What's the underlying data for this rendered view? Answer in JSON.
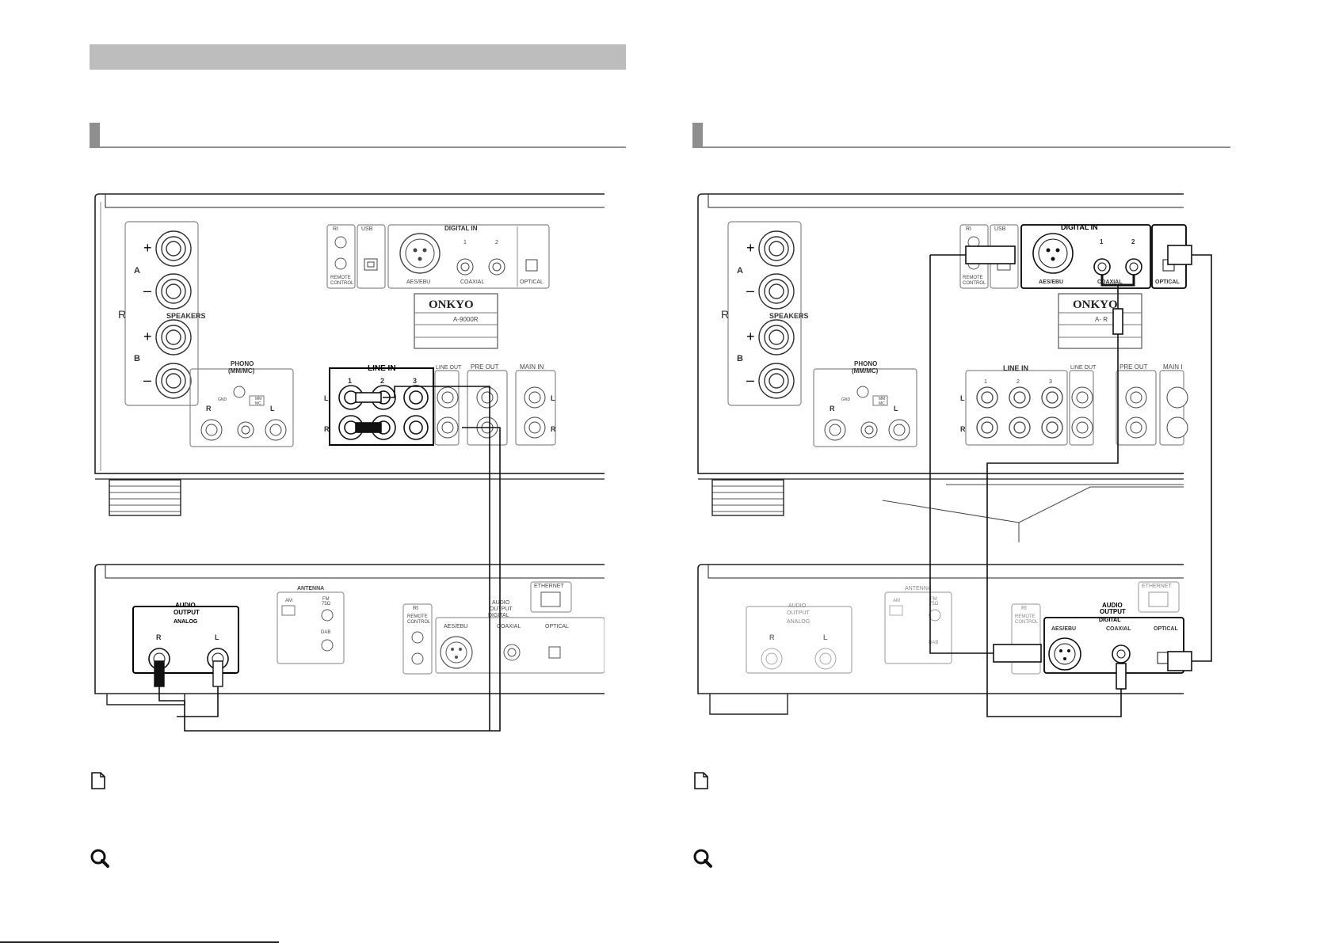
{
  "left_diagram": {
    "amp": {
      "speakers": "SPEAKERS",
      "speaker_r": "R",
      "speaker_a": "A",
      "speaker_b": "B",
      "plus": "+",
      "minus": "–",
      "ri": "RI",
      "remote_control": [
        "REMOTE",
        "CONTROL"
      ],
      "usb": "USB",
      "digital_in": "DIGITAL IN",
      "aes_ebu": "AES/EBU",
      "coaxial": "COAXIAL",
      "coax_1": "1",
      "coax_2": "2",
      "optical": "OPTICAL",
      "brand": "ONKYO",
      "model": "A-9000R",
      "phono": [
        "PHONO",
        "(MM/MC)"
      ],
      "gnd": "GND",
      "mm": "MM",
      "mc": "MC",
      "phono_r": "R",
      "phono_l": "L",
      "line_in": "LINE IN",
      "line_1": "1",
      "line_2": "2",
      "line_3": "3",
      "row_l": "L",
      "row_r": "R",
      "line_out": "LINE OUT",
      "pre_out": "PRE OUT",
      "main_in": "MAIN IN"
    },
    "source": {
      "audio_output": [
        "AUDIO",
        "OUTPUT"
      ],
      "analog": "ANALOG",
      "out_r": "R",
      "out_l": "L",
      "antenna": "ANTENNA",
      "am": "AM",
      "fm": [
        "FM",
        "75Ω"
      ],
      "dab": "DAB",
      "ri": "RI",
      "remote_control": [
        "REMOTE",
        "CONTROL"
      ],
      "audio": "AUDIO",
      "output": "OUTPUT",
      "digital": "DIGITAL",
      "aes_ebu": "AES/EBU",
      "coaxial": "COAXIAL",
      "optical": "OPTICAL",
      "ethernet": "ETHERNET"
    }
  },
  "right_diagram": {
    "amp": {
      "speakers": "SPEAKERS",
      "speaker_r": "R",
      "speaker_a": "A",
      "speaker_b": "B",
      "plus": "+",
      "minus": "–",
      "ri": "RI",
      "remote_control": [
        "REMOTE",
        "CONTROL"
      ],
      "usb": "USB",
      "digital_in": "DIGITAL IN",
      "aes_ebu": "AES/EBU",
      "coaxial": "COAXIAL",
      "coax_1": "1",
      "coax_2": "2",
      "optical": "OPTICAL",
      "brand": "ONKYO",
      "model_partial": "A-    R",
      "phono": [
        "PHONO",
        "(MM/MC)"
      ],
      "gnd": "GND",
      "mm": "MM",
      "mc": "MC",
      "phono_r": "R",
      "phono_l": "L",
      "line_in": "LINE IN",
      "line_1": "1",
      "line_2": "2",
      "line_3": "3",
      "row_l": "L",
      "row_r": "R",
      "line_out": "LINE OUT",
      "pre_out": "PRE OUT",
      "main_in": "MAIN I"
    },
    "source": {
      "audio_output_analog": [
        "AUDIO",
        "OUTPUT"
      ],
      "analog": "ANALOG",
      "out_r": "R",
      "out_l": "L",
      "antenna": "ANTENNA",
      "am": "AM",
      "fm": [
        "FM",
        "75Ω"
      ],
      "dab": "DAB",
      "ri": "RI",
      "remote_control": [
        "REMOTE",
        "CONTROL"
      ],
      "audio_output_digital": [
        "AUDIO",
        "OUTPUT"
      ],
      "digital": "DIGITAL",
      "aes_ebu": "AES/EBU",
      "coaxial": "COAXIAL",
      "optical": "OPTICAL",
      "ethernet": "ETHERNET"
    }
  },
  "icons": {
    "note": "note-icon",
    "tip": "magnifier-icon"
  },
  "colors": {
    "section_bar": "#bdbdbd",
    "section_mark": "#8f8f8f",
    "line_art": "#222222",
    "panel_outline": "#999999"
  }
}
